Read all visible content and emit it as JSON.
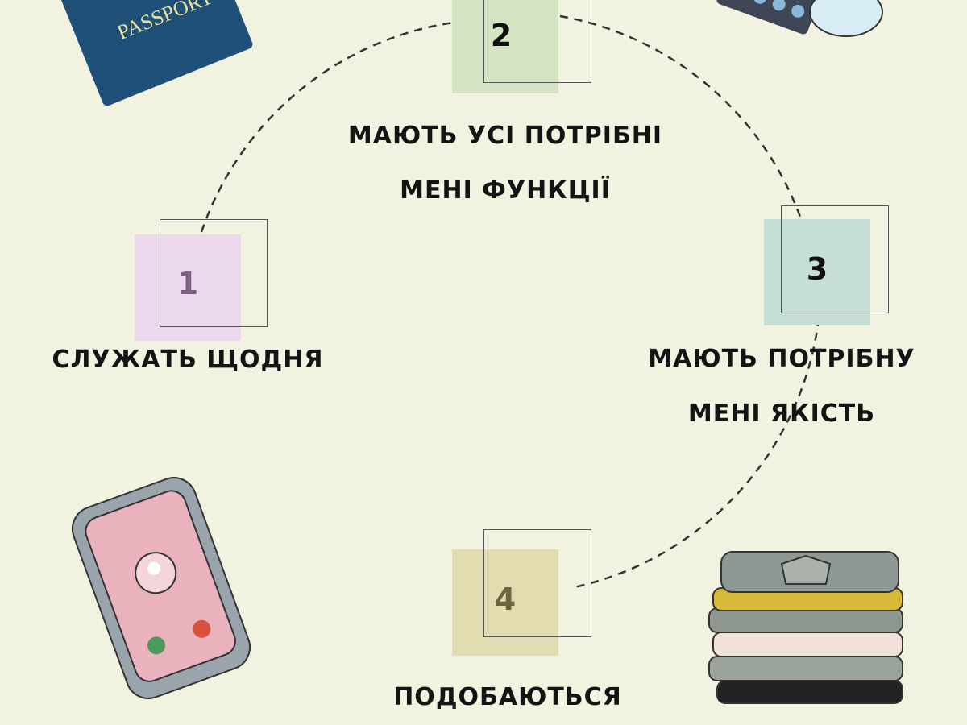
{
  "steps": [
    {
      "number": "1",
      "label_lines": [
        "СЛУЖАТЬ ЩОДНЯ"
      ],
      "color": "#ecd9ee"
    },
    {
      "number": "2",
      "label_lines": [
        "МАЮТЬ УСІ ПОТРІБНІ",
        "МЕНІ ФУНКЦІЇ"
      ],
      "color": "#d5e4c2"
    },
    {
      "number": "3",
      "label_lines": [
        "МАЮТЬ ПОТРІБНУ",
        "МЕНІ ЯКІСТЬ"
      ],
      "color": "#c5dfd7"
    },
    {
      "number": "4",
      "label_lines": [
        "ПОДОБАЮТЬСЯ"
      ],
      "color": "#e2ddb0"
    }
  ],
  "illustrations": {
    "passport_text": "PASSPORT"
  }
}
